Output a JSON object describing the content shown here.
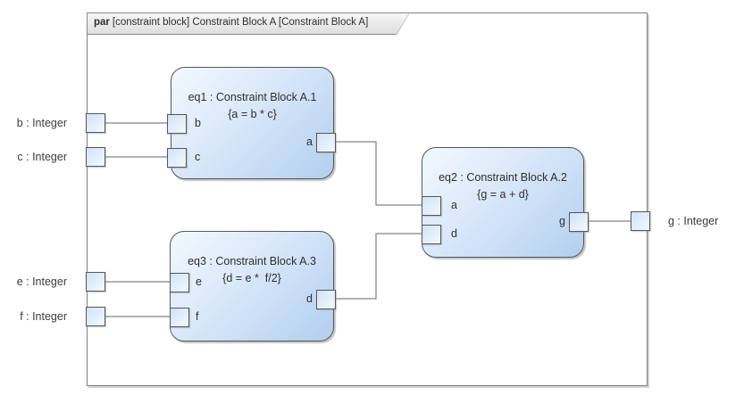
{
  "frame": {
    "keyword": "par",
    "title": "[constraint block] Constraint Block A [Constraint Block A]"
  },
  "blocks": [
    {
      "name": "eq1",
      "title": "eq1 : Constraint Block A.1",
      "constraint": "{a = b * c}",
      "ports": {
        "in1": "b",
        "in2": "c",
        "out": "a"
      }
    },
    {
      "name": "eq2",
      "title": "eq2 : Constraint Block A.2",
      "constraint": "{g = a + d}",
      "ports": {
        "in1": "a",
        "in2": "d",
        "out": "g"
      }
    },
    {
      "name": "eq3",
      "title": "eq3 : Constraint Block A.3",
      "constraint": "{d = e *  f/2}",
      "ports": {
        "in1": "e",
        "in2": "f",
        "out": "d"
      }
    }
  ],
  "frame_ports": {
    "b": "b : Integer",
    "c": "c : Integer",
    "e": "e : Integer",
    "f": "f : Integer",
    "g": "g : Integer"
  },
  "colors": {
    "block_fill_light": "#f3f9fe",
    "block_fill_dark": "#b2cfee",
    "block_border": "#565656",
    "frame_border": "#7f7f7f",
    "tab_fill": "#e9e9e9",
    "connector": "#666666",
    "text": "#2e2e2e"
  }
}
